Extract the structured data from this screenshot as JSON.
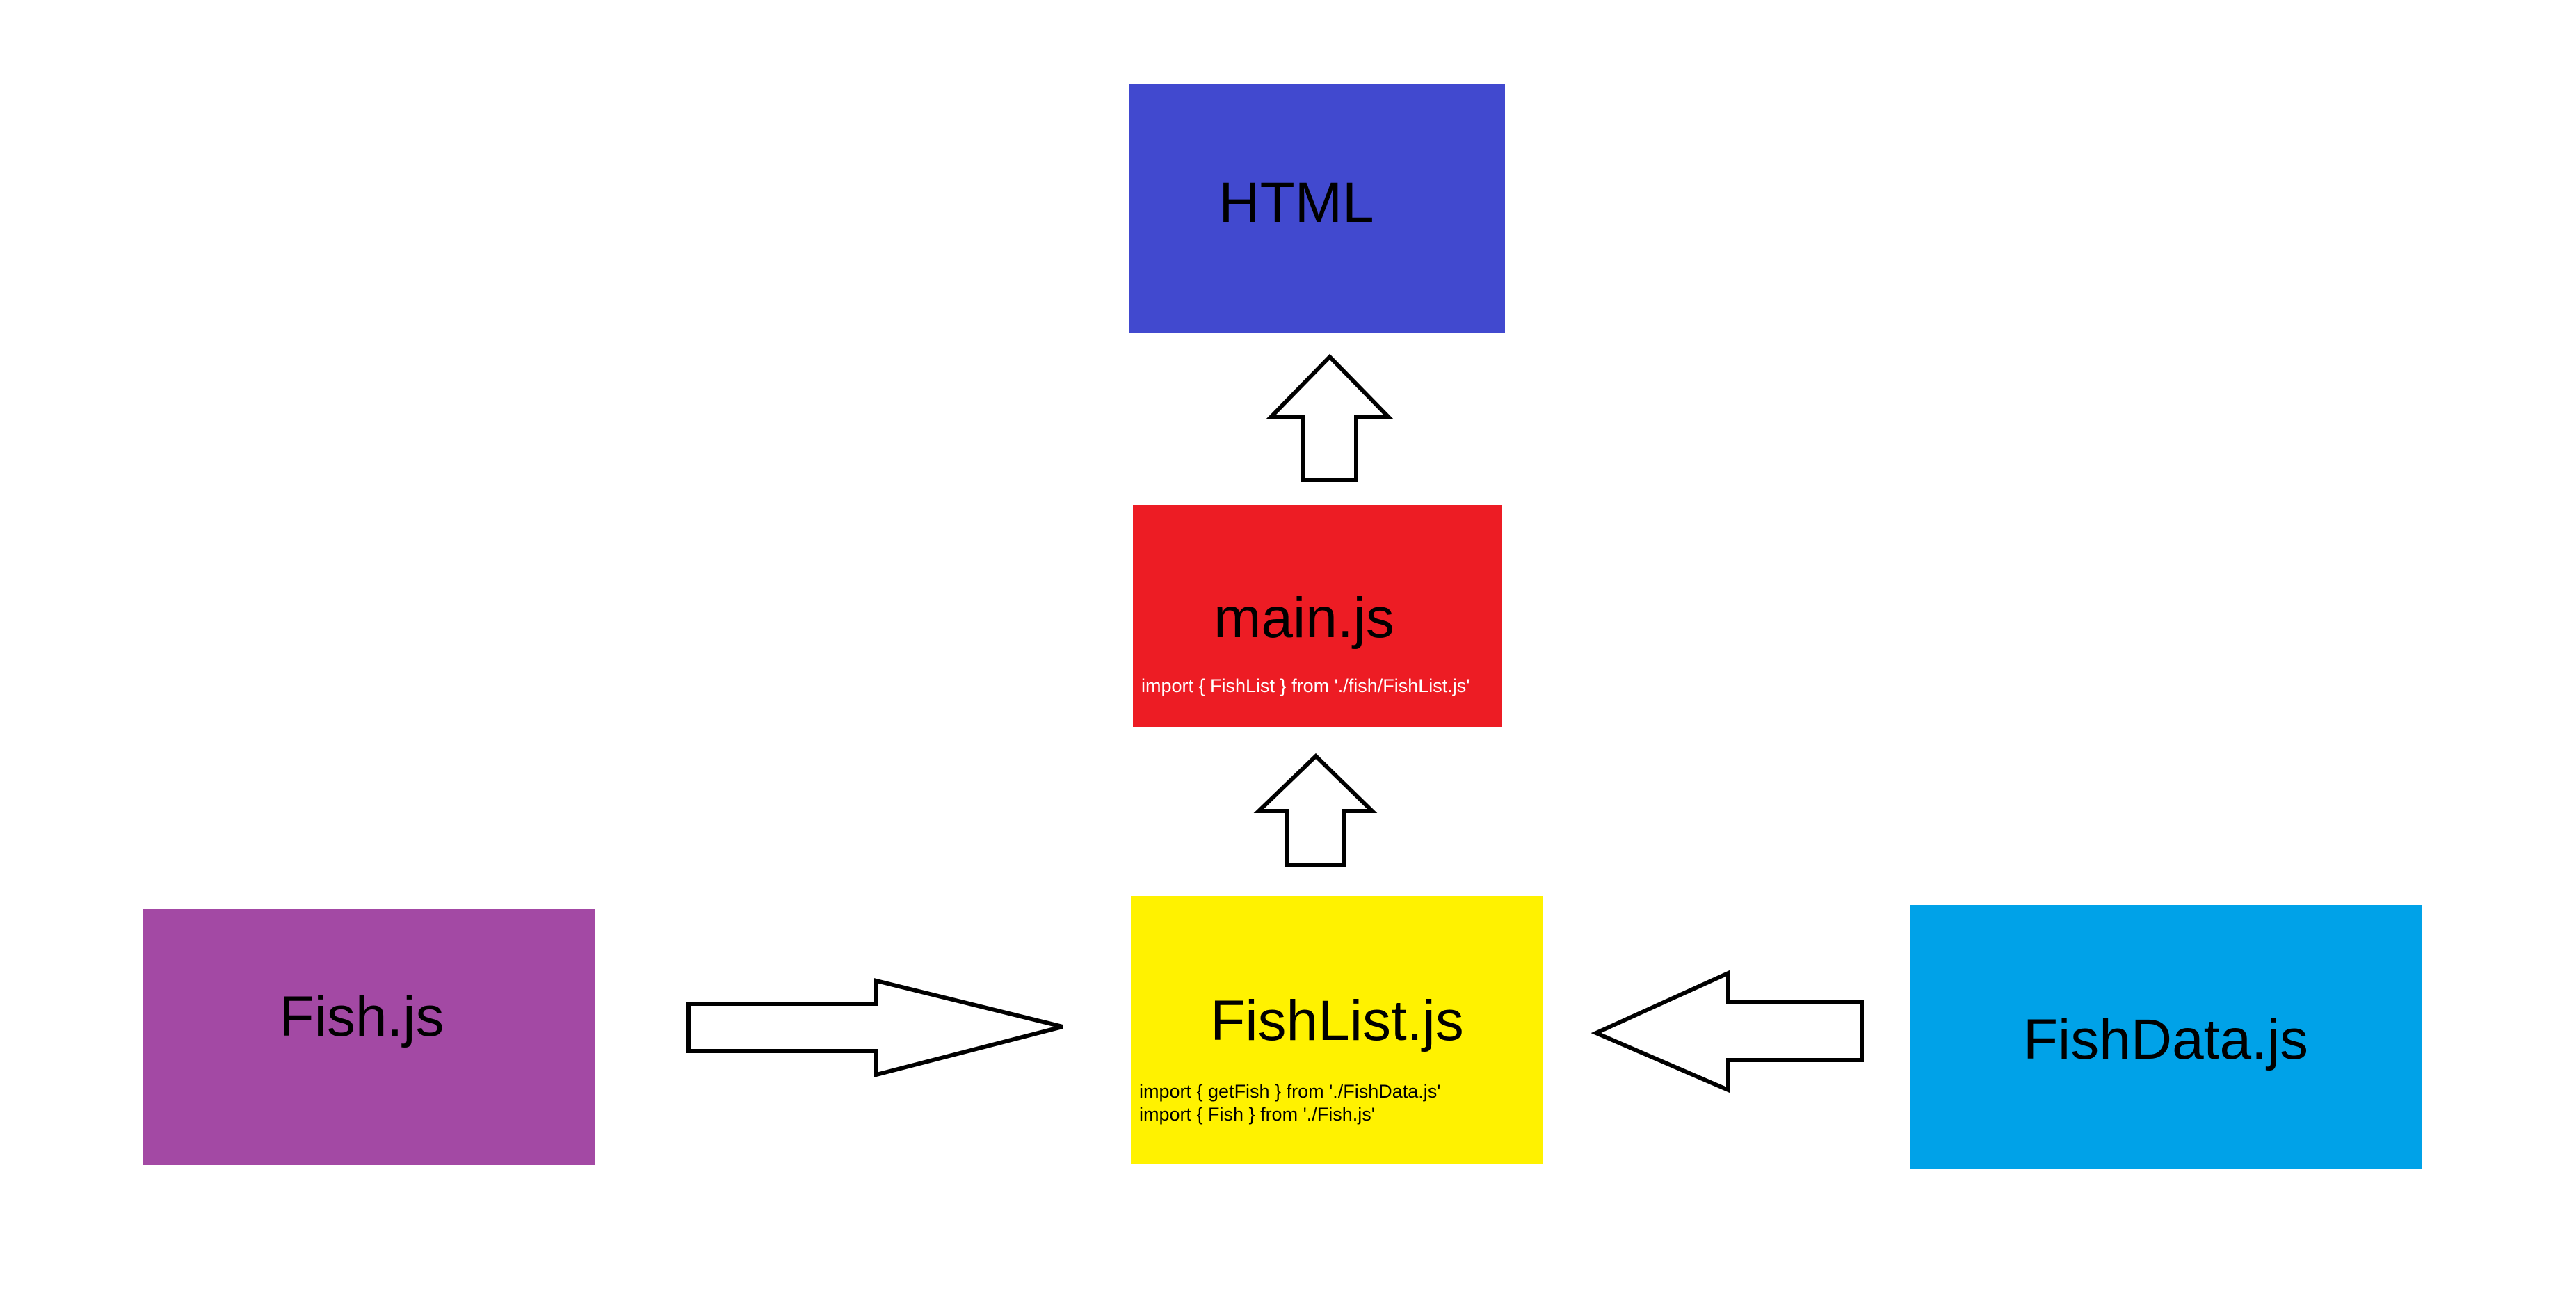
{
  "diagram": {
    "nodes": {
      "html": {
        "label": "HTML",
        "color": "#4149cf"
      },
      "main": {
        "label": "main.js",
        "color": "#ed1c24",
        "imports": [
          "import { FishList } from './fish/FishList.js'"
        ]
      },
      "fishlist": {
        "label": "FishList.js",
        "color": "#fff200",
        "imports": [
          "import { getFish } from './FishData.js'",
          "import { Fish } from './Fish.js'"
        ]
      },
      "fish": {
        "label": "Fish.js",
        "color": "#a349a4"
      },
      "fishdata": {
        "label": "FishData.js",
        "color": "#00a2e8"
      }
    },
    "edges": [
      {
        "from": "main.js",
        "to": "HTML",
        "direction": "up"
      },
      {
        "from": "FishList.js",
        "to": "main.js",
        "direction": "up"
      },
      {
        "from": "Fish.js",
        "to": "FishList.js",
        "direction": "right"
      },
      {
        "from": "FishData.js",
        "to": "FishList.js",
        "direction": "left"
      }
    ],
    "arrow_style": {
      "fill": "#ffffff",
      "stroke": "#000000"
    }
  }
}
